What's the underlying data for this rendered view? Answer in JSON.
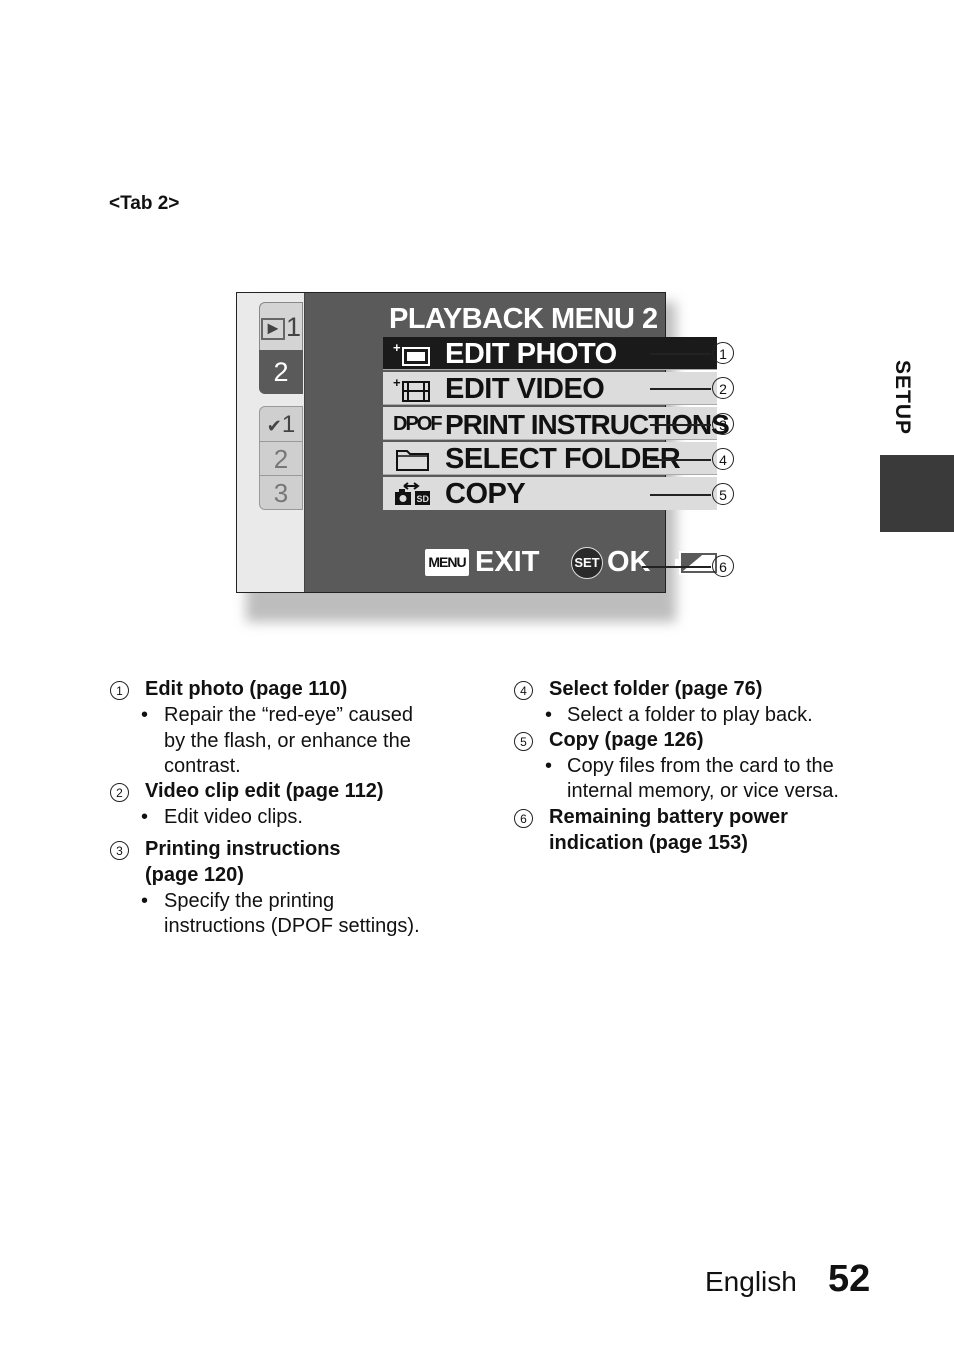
{
  "tab_label": "<Tab 2>",
  "side_tab": "SETUP",
  "screen": {
    "left_tabs": {
      "play_1": "1",
      "play_2": "2",
      "set_1": "1",
      "set_2": "2",
      "set_3": "3"
    },
    "title": "PLAYBACK MENU 2",
    "items": [
      {
        "icon": "edit-photo-icon",
        "label": "EDIT PHOTO",
        "selected": true
      },
      {
        "icon": "edit-video-icon",
        "label": "EDIT VIDEO",
        "selected": false
      },
      {
        "icon": "dpof-icon",
        "label": "PRINT INSTRUCTIONS",
        "icon_text": "DPOF",
        "selected": false
      },
      {
        "icon": "folder-icon",
        "label": "SELECT FOLDER",
        "selected": false
      },
      {
        "icon": "copy-icon",
        "label": "COPY",
        "selected": false
      }
    ],
    "menu_key": "MENU",
    "exit_label": "EXIT",
    "set_key": "SET",
    "ok_label": "OK",
    "battery_icon": "battery-icon"
  },
  "callouts": [
    "1",
    "2",
    "3",
    "4",
    "5",
    "6"
  ],
  "descriptions": {
    "left": [
      {
        "num": "1",
        "heading": "Edit photo (page 110)",
        "bullets": [
          [
            "Repair the “red-eye” caused",
            "by the flash, or enhance the",
            "contrast."
          ]
        ]
      },
      {
        "num": "2",
        "heading": "Video clip edit (page 112)",
        "bullets": [
          [
            "Edit video clips."
          ]
        ]
      },
      {
        "num": "3",
        "heading": "Printing instructions",
        "heading2": "(page 120)",
        "bullets": [
          [
            "Specify the printing",
            "instructions (DPOF settings)."
          ]
        ]
      }
    ],
    "right": [
      {
        "num": "4",
        "heading": "Select folder (page 76)",
        "bullets": [
          [
            "Select a folder to play back."
          ]
        ]
      },
      {
        "num": "5",
        "heading": "Copy (page 126)",
        "bullets": [
          [
            "Copy files from the card to the",
            "internal memory, or vice versa."
          ]
        ]
      },
      {
        "num": "6",
        "heading": "Remaining battery power",
        "heading2": "indication (page 153)",
        "bullets": []
      }
    ]
  },
  "footer": {
    "language": "English",
    "page": "52"
  }
}
